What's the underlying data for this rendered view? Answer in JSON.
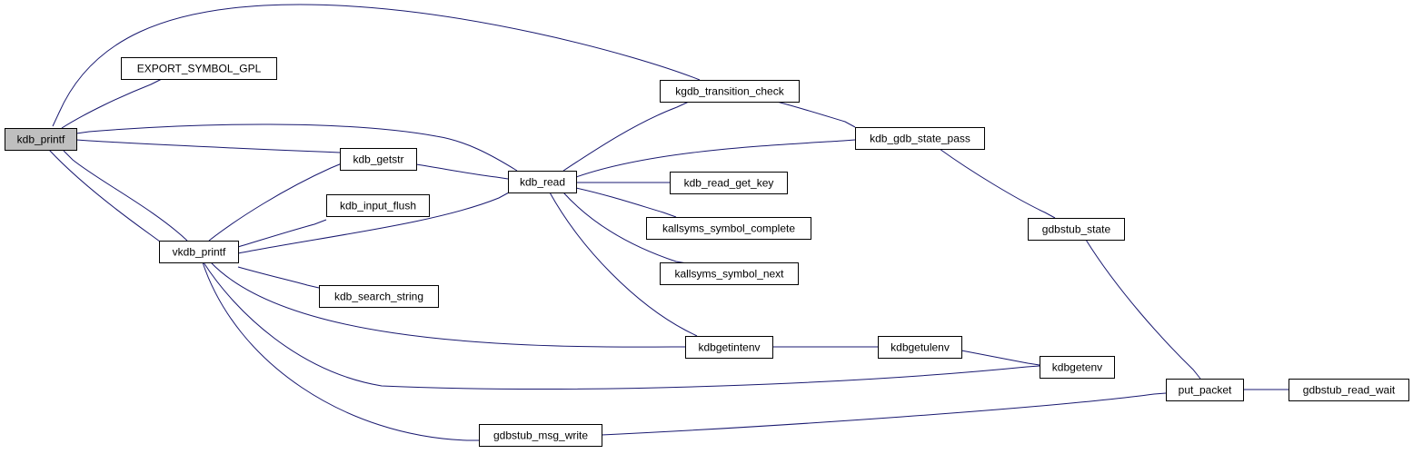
{
  "graph": {
    "nodes": [
      {
        "id": "kdb_printf",
        "label": "kdb_printf",
        "highlight": true
      },
      {
        "id": "EXPORT_SYMBOL_GPL",
        "label": "EXPORT_SYMBOL_GPL"
      },
      {
        "id": "vkdb_printf",
        "label": "vkdb_printf"
      },
      {
        "id": "kdb_getstr",
        "label": "kdb_getstr"
      },
      {
        "id": "kdb_input_flush",
        "label": "kdb_input_flush"
      },
      {
        "id": "kdb_search_string",
        "label": "kdb_search_string"
      },
      {
        "id": "kdb_read",
        "label": "kdb_read"
      },
      {
        "id": "gdbstub_msg_write",
        "label": "gdbstub_msg_write"
      },
      {
        "id": "kgdb_transition_check",
        "label": "kgdb_transition_check"
      },
      {
        "id": "kdb_gdb_state_pass",
        "label": "kdb_gdb_state_pass"
      },
      {
        "id": "kdb_read_get_key",
        "label": "kdb_read_get_key"
      },
      {
        "id": "kallsyms_symbol_complete",
        "label": "kallsyms_symbol_complete"
      },
      {
        "id": "kallsyms_symbol_next",
        "label": "kallsyms_symbol_next"
      },
      {
        "id": "kdbgetintenv",
        "label": "kdbgetintenv"
      },
      {
        "id": "kdbgetulenv",
        "label": "kdbgetulenv"
      },
      {
        "id": "kdbgetenv",
        "label": "kdbgetenv"
      },
      {
        "id": "gdbstub_state",
        "label": "gdbstub_state"
      },
      {
        "id": "put_packet",
        "label": "put_packet"
      },
      {
        "id": "gdbstub_read_wait",
        "label": "gdbstub_read_wait"
      }
    ],
    "edges": [
      {
        "from": "kdb_printf",
        "to": "EXPORT_SYMBOL_GPL"
      },
      {
        "from": "kdb_printf",
        "to": "vkdb_printf"
      },
      {
        "from": "vkdb_printf",
        "to": "kdb_printf"
      },
      {
        "from": "vkdb_printf",
        "to": "kdb_getstr"
      },
      {
        "from": "vkdb_printf",
        "to": "kdb_input_flush"
      },
      {
        "from": "vkdb_printf",
        "to": "kdb_read"
      },
      {
        "from": "vkdb_printf",
        "to": "kdb_search_string"
      },
      {
        "from": "vkdb_printf",
        "to": "kdbgetintenv"
      },
      {
        "from": "vkdb_printf",
        "to": "kdbgetenv"
      },
      {
        "from": "vkdb_printf",
        "to": "gdbstub_msg_write"
      },
      {
        "from": "kdb_getstr",
        "to": "kdb_printf"
      },
      {
        "from": "kdb_getstr",
        "to": "kdb_read"
      },
      {
        "from": "kdb_read",
        "to": "kdb_printf"
      },
      {
        "from": "kdb_read",
        "to": "kgdb_transition_check"
      },
      {
        "from": "kdb_read",
        "to": "kdb_gdb_state_pass"
      },
      {
        "from": "kdb_read",
        "to": "kdb_read_get_key"
      },
      {
        "from": "kdb_read",
        "to": "kallsyms_symbol_complete"
      },
      {
        "from": "kdb_read",
        "to": "kallsyms_symbol_next"
      },
      {
        "from": "kdb_read",
        "to": "kdbgetintenv"
      },
      {
        "from": "kgdb_transition_check",
        "to": "kdb_printf"
      },
      {
        "from": "kgdb_transition_check",
        "to": "kdb_gdb_state_pass"
      },
      {
        "from": "kdb_gdb_state_pass",
        "to": "gdbstub_state"
      },
      {
        "from": "gdbstub_state",
        "to": "put_packet"
      },
      {
        "from": "kdbgetintenv",
        "to": "kdbgetulenv"
      },
      {
        "from": "kdbgetulenv",
        "to": "kdbgetenv"
      },
      {
        "from": "gdbstub_msg_write",
        "to": "put_packet"
      },
      {
        "from": "put_packet",
        "to": "gdbstub_read_wait"
      }
    ]
  }
}
